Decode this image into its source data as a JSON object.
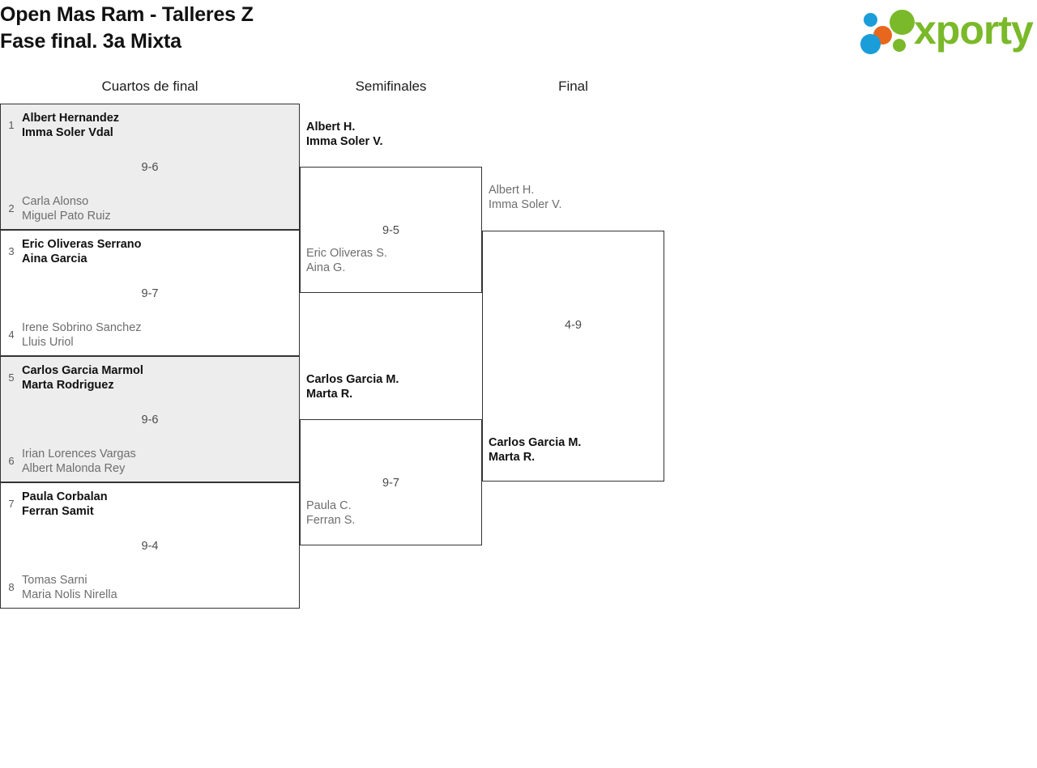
{
  "header": {
    "title_line1": "Open Mas Ram - Talleres Z",
    "title_line2": "Fase final. 3a Mixta",
    "logo_text": "xporty",
    "logo_colors": {
      "blue": "#1b9dd9",
      "orange": "#e8671c",
      "green": "#7ab929"
    }
  },
  "rounds": [
    {
      "label": "Cuartos de final"
    },
    {
      "label": "Semifinales"
    },
    {
      "label": "Final"
    }
  ],
  "quarterfinals": [
    {
      "seed_top": "1",
      "seed_bottom": "2",
      "top": {
        "p1": "Albert Hernandez",
        "p2": "Imma Soler Vdal",
        "winner": true
      },
      "bottom": {
        "p1": "Carla Alonso",
        "p2": "Miguel Pato Ruiz",
        "winner": false
      },
      "score": "9-6"
    },
    {
      "seed_top": "3",
      "seed_bottom": "4",
      "top": {
        "p1": "Eric Oliveras Serrano",
        "p2": "Aina Garcia",
        "winner": true
      },
      "bottom": {
        "p1": "Irene Sobrino Sanchez",
        "p2": "Lluis Uriol",
        "winner": false
      },
      "score": "9-7"
    },
    {
      "seed_top": "5",
      "seed_bottom": "6",
      "top": {
        "p1": "Carlos Garcia Marmol",
        "p2": "Marta Rodriguez",
        "winner": true
      },
      "bottom": {
        "p1": "Irian Lorences Vargas",
        "p2": "Albert Malonda Rey",
        "winner": false
      },
      "score": "9-6"
    },
    {
      "seed_top": "7",
      "seed_bottom": "8",
      "top": {
        "p1": "Paula Corbalan",
        "p2": "Ferran Samit",
        "winner": true
      },
      "bottom": {
        "p1": "Tomas Sarni",
        "p2": "Maria Nolis Nirella",
        "winner": false
      },
      "score": "9-4"
    }
  ],
  "semifinals": [
    {
      "top": {
        "p1": "Albert H.",
        "p2": "Imma Soler V.",
        "winner": true
      },
      "bottom": {
        "p1": "Eric Oliveras S.",
        "p2": "Aina G.",
        "winner": false
      },
      "score": "9-5"
    },
    {
      "top": {
        "p1": "Carlos Garcia M.",
        "p2": "Marta R.",
        "winner": true
      },
      "bottom": {
        "p1": "Paula C.",
        "p2": "Ferran S.",
        "winner": false
      },
      "score": "9-7"
    }
  ],
  "final": {
    "top": {
      "p1": "Albert H.",
      "p2": "Imma Soler V.",
      "winner": false
    },
    "bottom": {
      "p1": "Carlos Garcia M.",
      "p2": "Marta R.",
      "winner": true
    },
    "score": "4-9"
  }
}
